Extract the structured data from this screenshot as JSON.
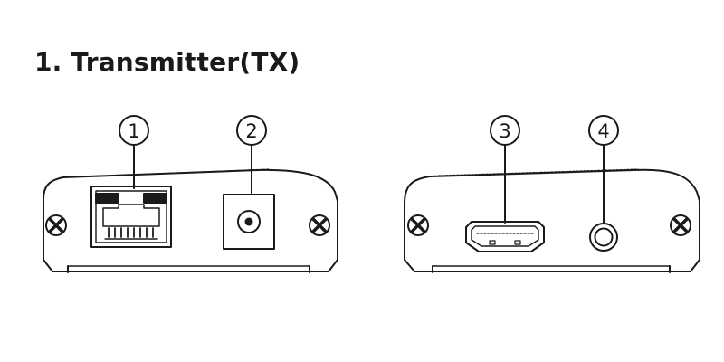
{
  "title": "1. Transmitter(TX)",
  "callouts": [
    {
      "number": "1",
      "port": "ethernet-rj45-port"
    },
    {
      "number": "2",
      "port": "dc-power-port"
    },
    {
      "number": "3",
      "port": "hdmi-port"
    },
    {
      "number": "4",
      "port": "audio-port"
    }
  ]
}
